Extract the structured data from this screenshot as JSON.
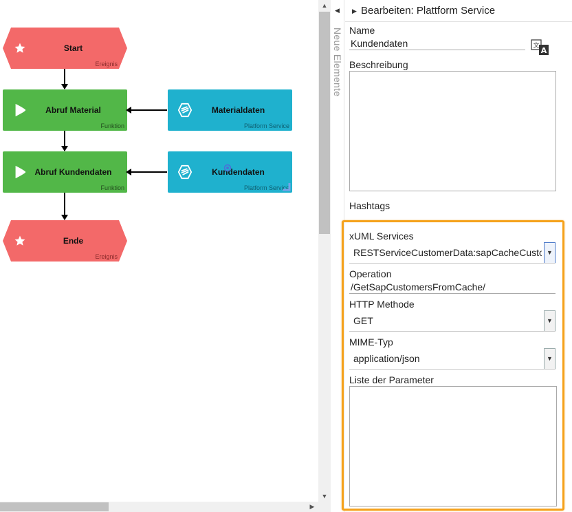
{
  "canvas": {
    "nodes": [
      {
        "id": "start",
        "label": "Start",
        "type_label": "Ereignis",
        "kind": "event",
        "icon": "star-icon"
      },
      {
        "id": "abruf-material",
        "label": "Abruf Material",
        "type_label": "Funktion",
        "kind": "function",
        "icon": "play-icon"
      },
      {
        "id": "materialdaten",
        "label": "Materialdaten",
        "type_label": "Platform Service",
        "kind": "service",
        "icon": "service-icon"
      },
      {
        "id": "abruf-kundendaten",
        "label": "Abruf Kundendaten",
        "type_label": "Funktion",
        "kind": "function",
        "icon": "play-icon"
      },
      {
        "id": "kundendaten",
        "label": "Kundendaten",
        "type_label": "Platform Service",
        "kind": "service",
        "icon": "service-icon"
      },
      {
        "id": "ende",
        "label": "Ende",
        "type_label": "Ereignis",
        "kind": "event",
        "icon": "star-icon"
      }
    ]
  },
  "sidetab": {
    "label": "Neue Elemente"
  },
  "panel": {
    "title": "Bearbeiten: Plattform Service",
    "name_label": "Name",
    "name_value": "Kundendaten",
    "beschreibung_label": "Beschreibung",
    "hashtags_label": "Hashtags",
    "xuml_label": "xUML Services",
    "xuml_value": "RESTServiceCustomerData:sapCacheCusto",
    "operation_label": "Operation",
    "operation_value": "/GetSapCustomersFromCache/",
    "http_label": "HTTP Methode",
    "http_value": "GET",
    "mime_label": "MIME-Typ",
    "mime_value": "application/json",
    "params_label": "Liste der Parameter"
  },
  "colors": {
    "event": "#f36969",
    "function": "#52b748",
    "service": "#1fb1ce",
    "highlight": "#f5a21b"
  }
}
